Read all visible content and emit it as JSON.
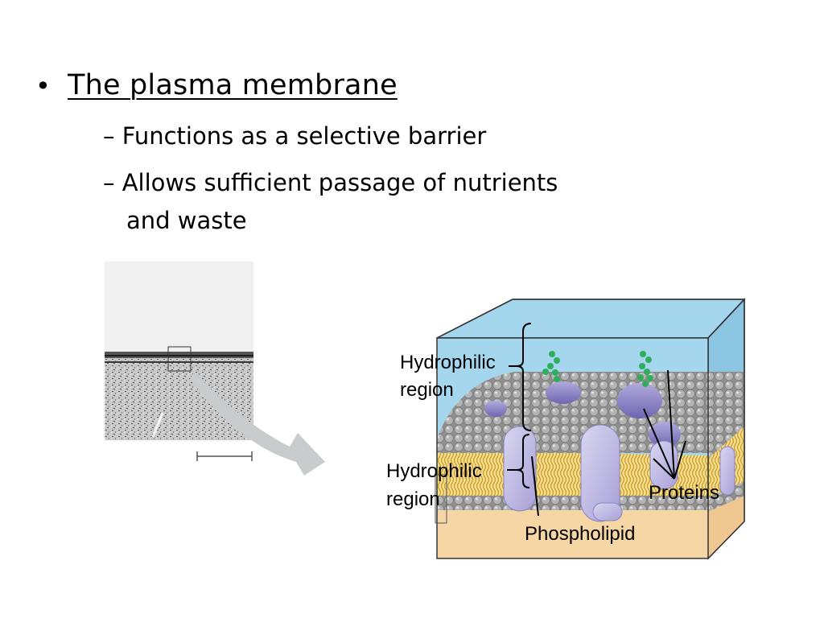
{
  "slide": {
    "bullet_symbol": "•",
    "title": "The plasma membrane",
    "points": [
      "– Functions as a selective barrier",
      "– Allows sufficient passage of nutrients",
      "and waste"
    ]
  },
  "diagram": {
    "labels": {
      "hydrophilic_top_1": "Hydrophilic",
      "hydrophilic_top_2": "region",
      "hydrophilic_bottom_1": "Hydrophilic",
      "hydrophilic_bottom_2": "region",
      "proteins": "Proteins",
      "phospholipid": "Phospholipid"
    },
    "colors": {
      "water": "#9fd6ee",
      "box_bottom": "#f6d4a4",
      "lipid_heads": "#a9a9a9",
      "lipid_tails": "#e2b447",
      "protein": "#8d84c6",
      "carbohydrate": "#2fae5e",
      "arrow": "#c9cccc"
    }
  }
}
